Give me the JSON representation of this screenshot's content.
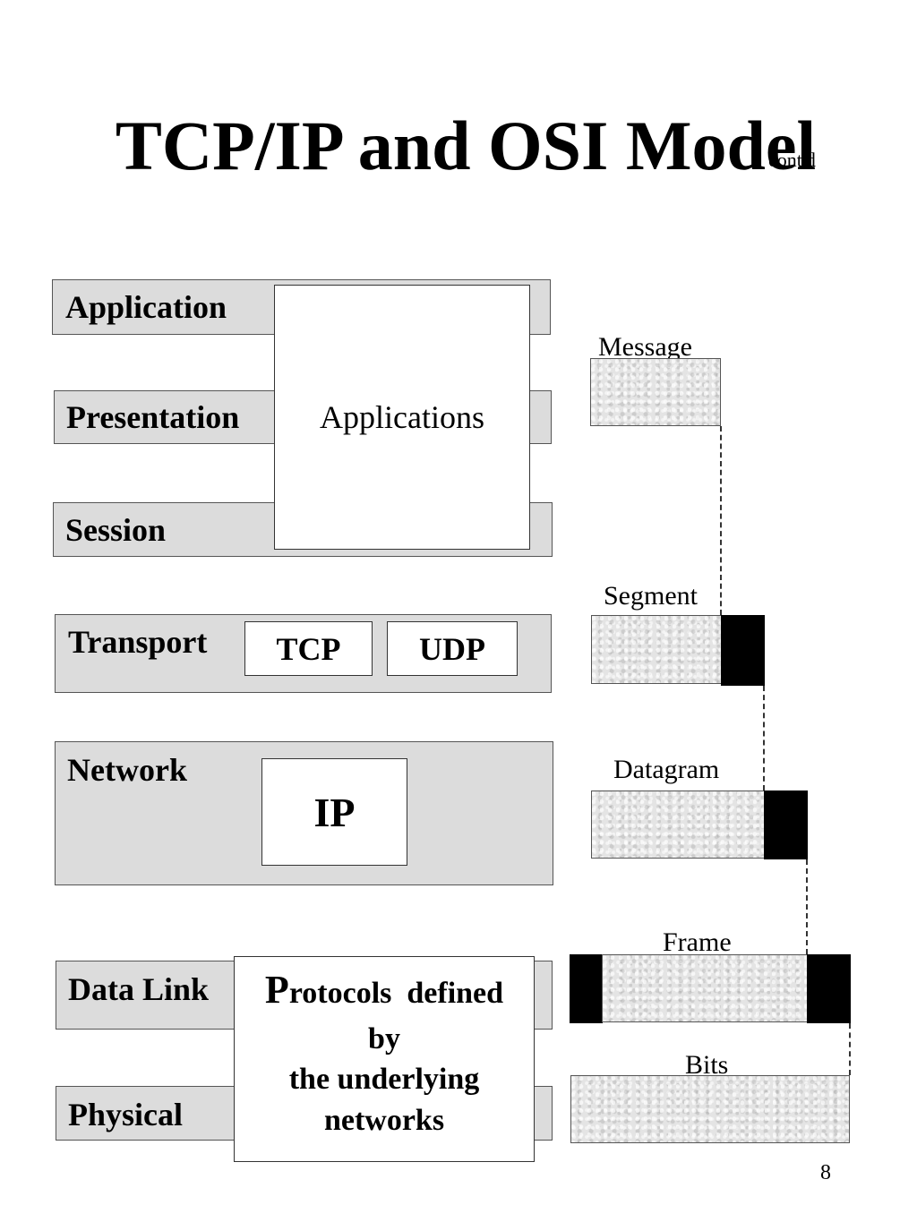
{
  "slide": {
    "title": "TCP/IP and OSI Model",
    "title_suffix": "cont'd",
    "page_number": "8"
  },
  "osi_layers": [
    {
      "id": "application",
      "label": "Application"
    },
    {
      "id": "presentation",
      "label": "Presentation"
    },
    {
      "id": "session",
      "label": "Session"
    },
    {
      "id": "transport",
      "label": "Transport"
    },
    {
      "id": "network",
      "label": "Network"
    },
    {
      "id": "datalink",
      "label": "Data Link"
    },
    {
      "id": "physical",
      "label": "Physical"
    }
  ],
  "tcpip": {
    "applications": "Applications",
    "tcp": "TCP",
    "udp": "UDP",
    "ip": "IP",
    "underlying": {
      "initial": "P",
      "line1_rest": "rotocols  defined",
      "line2": "by",
      "line3": "the underlying",
      "line4": "networks"
    }
  },
  "data_units": {
    "message": "Message",
    "segment": "Segment",
    "datagram": "Datagram",
    "frame": "Frame",
    "bits": "Bits"
  },
  "colors": {
    "layer_fill": "#dcdcdc",
    "header_fill": "#000000",
    "box_fill": "#ffffff"
  }
}
